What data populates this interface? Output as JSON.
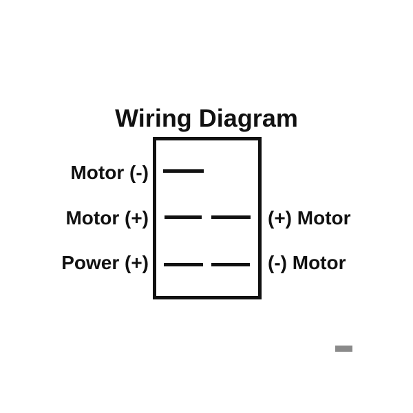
{
  "title": "Wiring Diagram",
  "diagram": {
    "left_labels": [
      "Motor (-)",
      "Motor (+)",
      "Power (+)"
    ],
    "right_labels": [
      "(+) Motor",
      "(-) Motor"
    ],
    "rows": [
      {
        "left_label": "Motor (-)",
        "right_label": null,
        "terminal_segments": 1
      },
      {
        "left_label": "Motor (+)",
        "right_label": "(+) Motor",
        "terminal_segments": 2
      },
      {
        "left_label": "Power (+)",
        "right_label": "(-) Motor",
        "terminal_segments": 2
      }
    ]
  },
  "colors": {
    "ink": "#111111",
    "background": "#ffffff",
    "watermark_gray": "#8a8a8a"
  }
}
